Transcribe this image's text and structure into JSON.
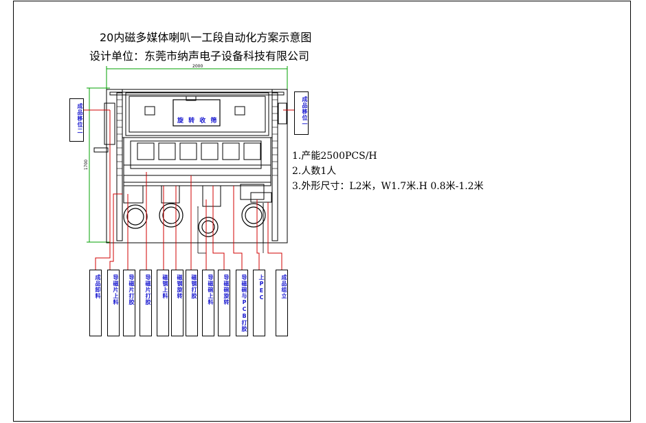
{
  "title": "20内磁多媒体喇叭一工段自动化方案示意图",
  "subtitle": "设计单位：东莞市纳声电子设备科技有限公司",
  "specs": [
    "1.产能2500PCS/H",
    "2.人数1人",
    "3.外形尺寸：L2米，W1.7米.H 0.8米-1.2米"
  ],
  "machine": {
    "panel_label": "旋 转 收 筛",
    "dim_top": "2000",
    "dim_left": "1700"
  },
  "side_labels": {
    "left": "成品移位二",
    "right": "成品移位一"
  },
  "stations": [
    "成品卸料",
    "导磁片上料",
    "导磁片打胶",
    "导磁片打胶",
    "磁钢上料",
    "磁钢旋转",
    "磁钢打胶",
    "导磁碗上料",
    "导磁碗旋转",
    "导磁碗与PCB打胶",
    "上PEC",
    "成品组立"
  ],
  "colors": {
    "leader_line": "#d00000",
    "dimension_line": "#00a000",
    "label_text": "#1a1ad0"
  }
}
